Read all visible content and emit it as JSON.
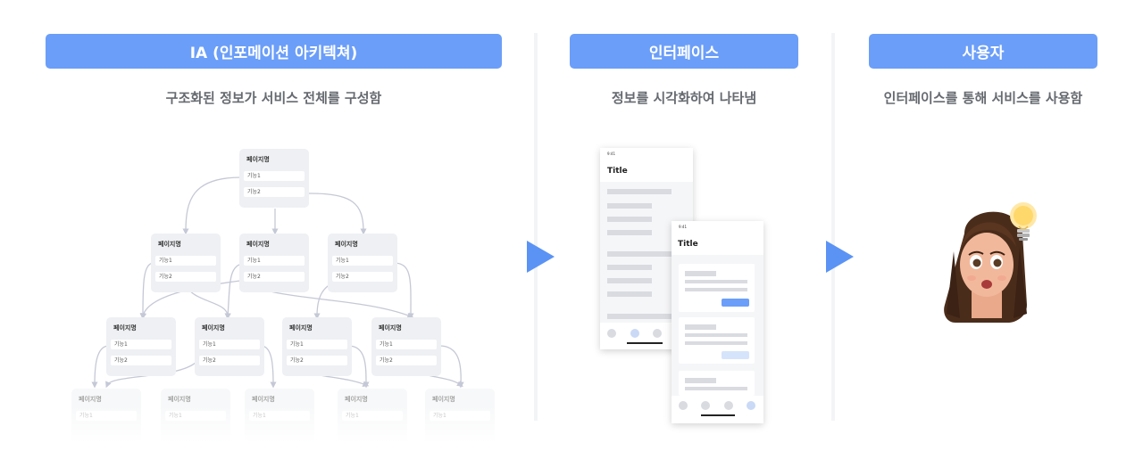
{
  "sections": [
    {
      "title": "IA (인포메이션 아키텍쳐)",
      "subtitle": "구조화된 정보가 서비스 전체를 구성함"
    },
    {
      "title": "인터페이스",
      "subtitle": "정보를 시각화하여 나타냄"
    },
    {
      "title": "사용자",
      "subtitle": "인터페이스를 통해 서비스를 사용함"
    }
  ],
  "card": {
    "page_name": "페이지명",
    "feature1": "기능1",
    "feature2": "기능2"
  },
  "phone": {
    "time": "9:41",
    "title": "Title"
  },
  "colors": {
    "accent": "#6b9ef8",
    "arrow": "#5b93f5",
    "card_bg": "#eef0f3",
    "connector": "#c5c8d6"
  },
  "icons": {
    "avatar": "memoji-girl-icon",
    "idea": "lightbulb-icon"
  }
}
